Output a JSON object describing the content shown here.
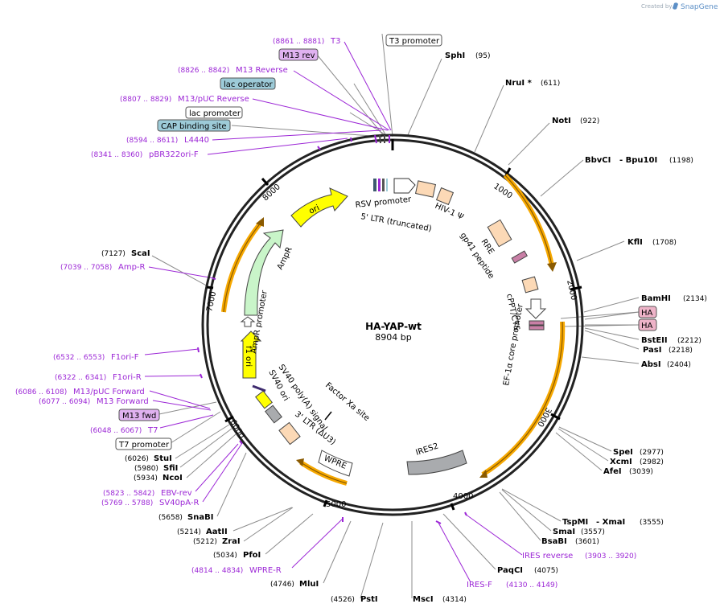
{
  "brand": {
    "created_by": "Created by",
    "name": "SnapGene"
  },
  "plasmid": {
    "name": "HA-YAP-wt",
    "length_text": "8904 bp"
  },
  "ticks": [
    "1000",
    "2000",
    "3000",
    "4000",
    "5000",
    "6000",
    "7000",
    "8000"
  ],
  "enzymes": {
    "sphi": {
      "name": "SphI",
      "pos": "(95)"
    },
    "nrui": {
      "name": "NruI *",
      "pos": "(611)"
    },
    "noti": {
      "name": "NotI",
      "pos": "(922)"
    },
    "bbvci": {
      "name": "BbvCI",
      "name2": "- Bpu10I",
      "pos": "(1198)"
    },
    "kfli": {
      "name": "KflI",
      "pos": "(1708)"
    },
    "bamhi": {
      "name": "BamHI",
      "pos": "(2134)"
    },
    "bsteii": {
      "name": "BstEII",
      "pos": "(2212)"
    },
    "pasi": {
      "name": "PasI",
      "pos": "(2218)"
    },
    "absi": {
      "name": "AbsI",
      "pos": "(2404)"
    },
    "spei": {
      "name": "SpeI",
      "pos": "(2977)"
    },
    "xcmi": {
      "name": "XcmI",
      "pos": "(2982)"
    },
    "afei": {
      "name": "AfeI",
      "pos": "(3039)"
    },
    "tspmi": {
      "name": "TspMI",
      "name2": "- XmaI",
      "pos": "(3555)"
    },
    "smai": {
      "name": "SmaI",
      "pos": "(3557)"
    },
    "bsabi": {
      "name": "BsaBI",
      "pos": "(3601)"
    },
    "paqci": {
      "name": "PaqCI",
      "pos": "(4075)"
    },
    "msci": {
      "name": "MscI",
      "pos": "(4314)"
    },
    "psti": {
      "name": "PstI",
      "pos": "(4526)"
    },
    "mlui": {
      "name": "MluI",
      "pos": "(4746)"
    },
    "pfoi": {
      "name": "PfoI",
      "pos": "(5034)"
    },
    "zrai": {
      "name": "ZraI",
      "pos": "(5212)"
    },
    "aatii": {
      "name": "AatII",
      "pos": "(5214)"
    },
    "snabi": {
      "name": "SnaBI",
      "pos": "(5658)"
    },
    "ncoi": {
      "name": "NcoI",
      "pos": "(5934)"
    },
    "sfii": {
      "name": "SfiI",
      "pos": "(5980)"
    },
    "stui": {
      "name": "StuI",
      "pos": "(6026)"
    },
    "scai": {
      "name": "ScaI",
      "pos": "(7127)"
    }
  },
  "primers": {
    "t3": {
      "name": "T3",
      "pos": "(8861 .. 8881)"
    },
    "m13rev_r": {
      "name": "M13 Reverse",
      "pos": "(8826 .. 8842)"
    },
    "m13puc_rev": {
      "name": "M13/pUC Reverse",
      "pos": "(8807 .. 8829)"
    },
    "l4440": {
      "name": "L4440",
      "pos": "(8594 .. 8611)"
    },
    "pbr322": {
      "name": "pBR322ori-F",
      "pos": "(8341 .. 8360)"
    },
    "ampr": {
      "name": "Amp-R",
      "pos": "(7039 .. 7058)"
    },
    "f1ori_f": {
      "name": "F1ori-F",
      "pos": "(6532 .. 6553)"
    },
    "f1ori_r": {
      "name": "F1ori-R",
      "pos": "(6322 .. 6341)"
    },
    "m13puc_fwd": {
      "name": "M13/pUC Forward",
      "pos": "(6086 .. 6108)"
    },
    "m13_forward": {
      "name": "M13 Forward",
      "pos": "(6077 .. 6094)"
    },
    "t7": {
      "name": "T7",
      "pos": "(6048 .. 6067)"
    },
    "ebv_rev": {
      "name": "EBV-rev",
      "pos": "(5823 .. 5842)"
    },
    "sv40pa_r": {
      "name": "SV40pA-R",
      "pos": "(5769 .. 5788)"
    },
    "wpre_r": {
      "name": "WPRE-R",
      "pos": "(4814 .. 4834)"
    },
    "ires_f": {
      "name": "IRES-F",
      "pos": "(4130 .. 4149)"
    },
    "ires_rev": {
      "name": "IRES reverse",
      "pos": "(3903 .. 3920)"
    }
  },
  "boxed": {
    "t3_promoter": "T3 promoter",
    "m13_rev": "M13 rev",
    "lac_operator": "lac operator",
    "lac_promoter": "lac promoter",
    "cap_site": "CAP binding site",
    "ha1": "HA",
    "ha2": "HA",
    "m13_fwd": "M13 fwd",
    "t7_promoter": "T7 promoter"
  },
  "features": {
    "rsv_promoter": "RSV promoter",
    "ltr5": "5' LTR (truncated)",
    "hiv_psi": "HIV-1 Ψ",
    "rre": "RRE",
    "gp41": "gp41 peptide",
    "cppt": "cPPT/CTS",
    "ef1a": "EF-1α core promoter",
    "ires2": "IRES2",
    "wpre": "WPRE",
    "ltr3": "3' LTR (ΔU3)",
    "sv40pa": "SV40 poly(A) signal",
    "sv40ori": "SV40 ori",
    "factor_xa": "Factor Xa site",
    "f1ori": "f1 ori",
    "ampr_prom": "AmpR promoter",
    "ampr": "AmpR",
    "ori": "ori"
  },
  "colors": {
    "backbone": "#222222",
    "primer": "#9c27d6",
    "enzyme_line": "#888888",
    "orf_fill": "#f6a800",
    "ltr_fill": "#fcd9b6",
    "ori_fill": "#ffff00",
    "ampr_fill": "#c9f5c9",
    "ires_fill": "#a9abae",
    "ha_fill": "#eeb3c8",
    "lac_fill": "#9dcbd8",
    "m13_fill": "#e0b2f0"
  }
}
